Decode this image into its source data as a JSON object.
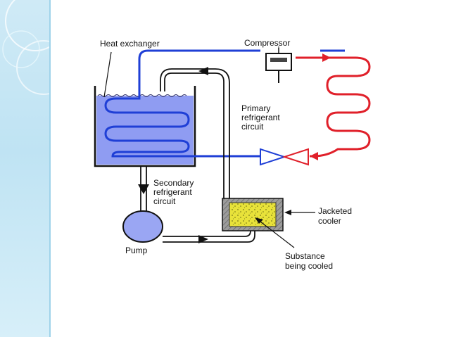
{
  "labels": {
    "heat_exchanger": "Heat exchanger",
    "compressor": "Compressor",
    "primary_circuit": [
      "Primary",
      "refrigerant",
      "circuit"
    ],
    "secondary_circuit": [
      "Secondary",
      "refrigerant",
      "circuit"
    ],
    "pump": "Pump",
    "jacketed_cooler": [
      "Jacketed",
      "cooler"
    ],
    "substance": [
      "Substance",
      "being cooled"
    ]
  },
  "colors": {
    "slide_strip": "#cfeaf6",
    "refrigerant_cold": "#1f3fd6",
    "refrigerant_hot": "#e0202a",
    "tank_liquid": "#8f9cf2",
    "jacket": "#8a8a8a",
    "substance": "#e8e23a",
    "pump": "#9aa6f3"
  }
}
